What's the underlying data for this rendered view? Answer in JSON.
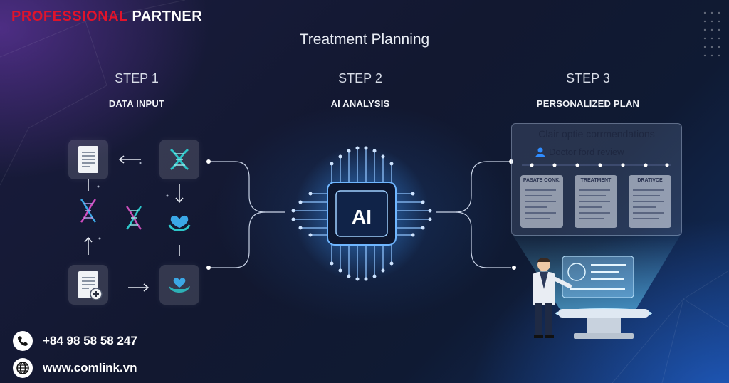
{
  "brand": {
    "part1": "PROFESSIONAL",
    "part2": "PARTNER"
  },
  "title": "Treatment Planning",
  "steps": [
    {
      "label": "STEP 1",
      "name": "DATA INPUT"
    },
    {
      "label": "STEP 2",
      "name": "AI ANALYSIS"
    },
    {
      "label": "STEP 3",
      "name": "PERSONALIZED PLAN"
    }
  ],
  "chip_label": "AI",
  "panel": {
    "heading": "Clair optie corrmendations",
    "review": "Doctor ford review",
    "cards": [
      "PASATE OONK.",
      "TREATMENT",
      "DRATIVCE"
    ]
  },
  "contact": {
    "phone": "+84 98 58 58 247",
    "website": "www.comlink.vn"
  },
  "icons": [
    "document-icon",
    "dna-icon",
    "heart-hands-icon",
    "add-document-icon",
    "hand-heart-icon",
    "phone-icon",
    "globe-icon",
    "ai-chip-icon",
    "doctor-figure-icon",
    "hologram-screen-icon"
  ],
  "colors": {
    "brand_red": "#e0132b",
    "accent_blue": "#2f8cff",
    "teal": "#2dc6c9"
  }
}
